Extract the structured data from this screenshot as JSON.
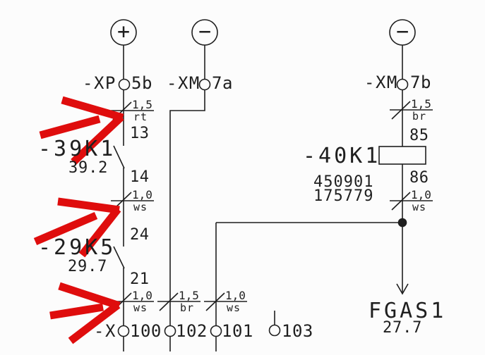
{
  "colors": {
    "line": "#1f1f1f",
    "annotation_red": "#df0d0d",
    "background": "#fcfcfc"
  },
  "sources": {
    "plus_symbol": "+",
    "minus_symbol": "−"
  },
  "top_terminals": {
    "xp": {
      "name": "-XP",
      "pin": "5b"
    },
    "xm_a": {
      "name": "-XM",
      "pin": "7a"
    },
    "xm_b": {
      "name": "-XM",
      "pin": "7b"
    }
  },
  "wire_markers": {
    "m1": {
      "gauge": "1,5",
      "color_code": "rt"
    },
    "m2": {
      "gauge": "1,0",
      "color_code": "ws"
    },
    "m3": {
      "gauge": "1,0",
      "color_code": "ws"
    },
    "m4": {
      "gauge": "1,5",
      "color_code": "br"
    },
    "m5": {
      "gauge": "1,0",
      "color_code": "ws"
    },
    "m6": {
      "gauge": "1,5",
      "color_code": "br"
    },
    "m7": {
      "gauge": "1,0",
      "color_code": "ws"
    }
  },
  "devices": {
    "k39": {
      "tag": "-39K1",
      "xref": "39.2",
      "pin_top": "13",
      "pin_bottom": "14"
    },
    "k29": {
      "tag": "-29K5",
      "xref": "29.7",
      "pin_top": "24",
      "pin_bottom": "21"
    },
    "k40": {
      "tag": "-40K1",
      "part_no_1": "450901",
      "part_no_2": "175779",
      "pin_top": "85",
      "pin_bottom": "86"
    }
  },
  "terminal_strip": {
    "name": "-X",
    "t100": "100",
    "t102": "102",
    "t101": "101",
    "t103": "103"
  },
  "signal": {
    "label": "FGAS1",
    "xref": "27.7"
  }
}
